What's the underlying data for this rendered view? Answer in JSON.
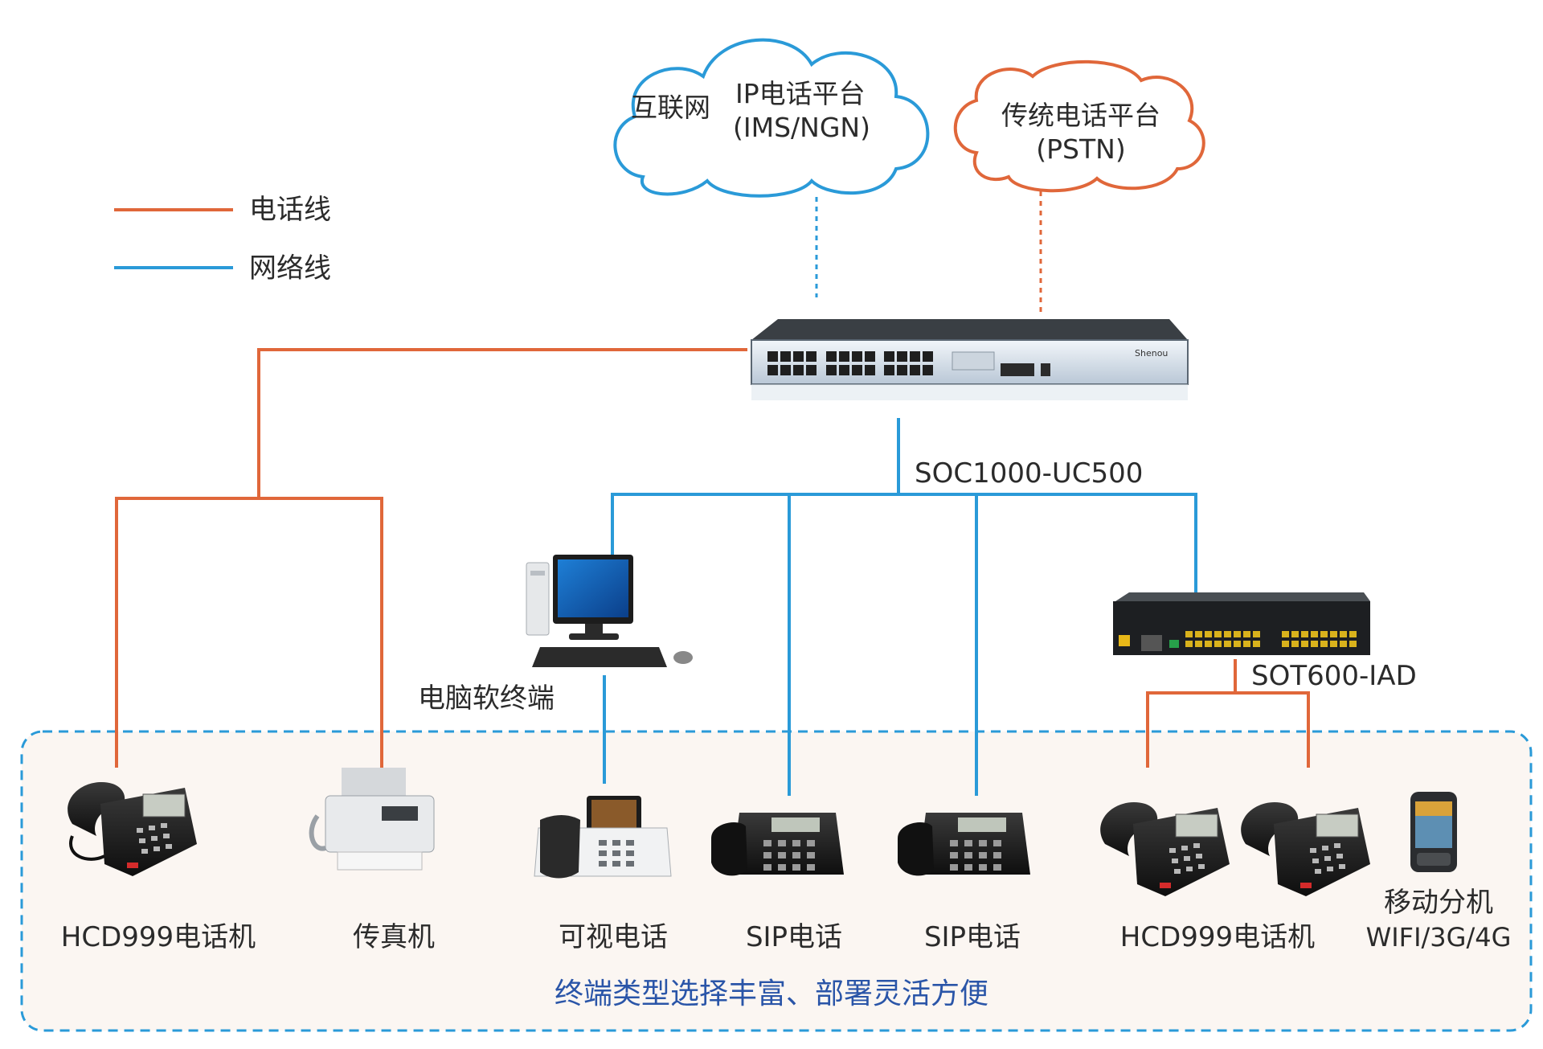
{
  "legend": {
    "phone_line_label": "电话线",
    "network_line_label": "网络线",
    "phone_line_color": "#e0673a",
    "network_line_color": "#2a9ad8"
  },
  "clouds": {
    "internet": {
      "line1": "互联网",
      "line2": "IP电话平台",
      "line3": "(IMS/NGN)",
      "color": "#2a9ad8"
    },
    "pstn": {
      "line1": "传统电话平台",
      "line2": "(PSTN)",
      "color": "#e0673a"
    }
  },
  "devices": {
    "main_switch": {
      "model": "SOC1000-UC500",
      "brand": "Shenou"
    },
    "iad": {
      "model": "SOT600-IAD"
    },
    "pc": {
      "label": "电脑软终端"
    }
  },
  "terminals": [
    {
      "label": "HCD999电话机",
      "icon": "desk-phone-icon"
    },
    {
      "label": "传真机",
      "icon": "fax-icon"
    },
    {
      "label": "可视电话",
      "icon": "video-phone-icon"
    },
    {
      "label": "SIP电话",
      "icon": "sip-phone-icon"
    },
    {
      "label": "SIP电话",
      "icon": "sip-phone-icon"
    },
    {
      "label": "HCD999电话机",
      "icon": "desk-phone-icon"
    },
    {
      "label": "移动分机",
      "label2": "WIFI/3G/4G",
      "icon": "mobile-phone-icon"
    }
  ],
  "footer_caption": "终端类型选择丰富、部署灵活方便",
  "colors": {
    "terminal_area_bg": "#fbf6f2",
    "terminal_area_border": "#2a9ad8",
    "caption": "#2a55a8"
  }
}
